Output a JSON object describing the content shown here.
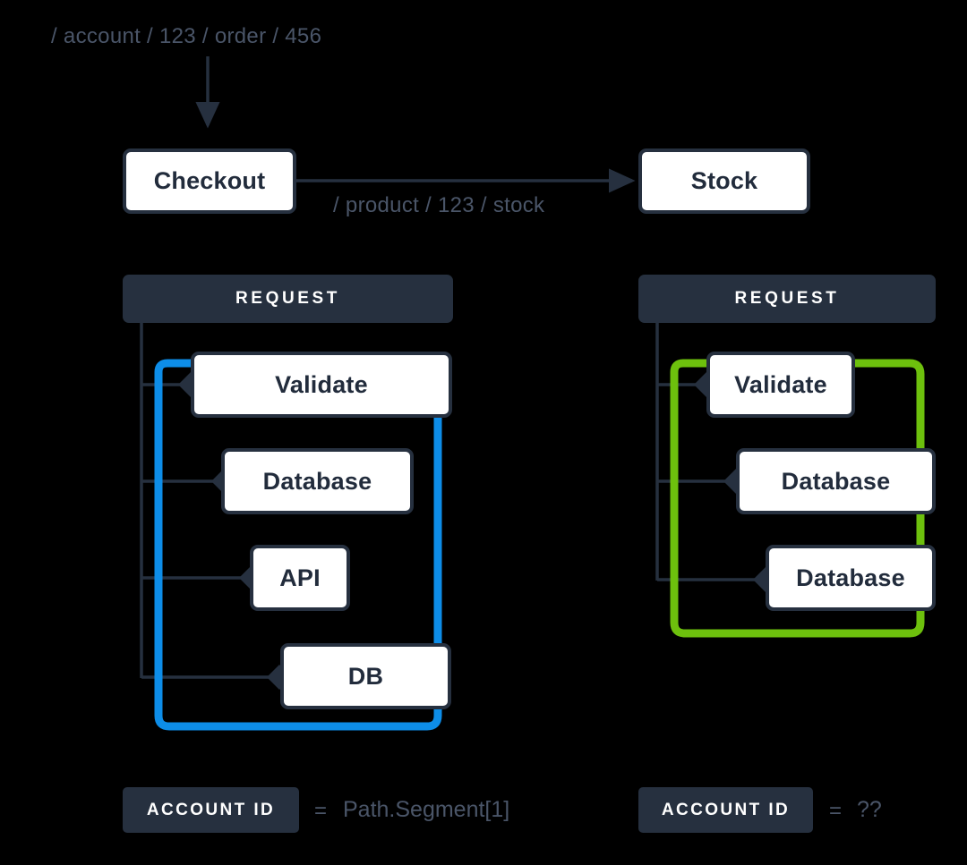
{
  "theme": {
    "background": "#000000",
    "dark": "#26303f",
    "box_fill": "#ffffff",
    "text_muted": "#4a5568",
    "highlight_blue": "#0d8de8",
    "highlight_green": "#6dc00d",
    "connector": "#26303f"
  },
  "top": {
    "incoming_path": "/ account / 123 / order / 456",
    "service_a": "Checkout",
    "service_b": "Stock",
    "edge_path": "/ product / 123 / stock"
  },
  "panels": [
    {
      "id": "left",
      "header": "REQUEST",
      "highlight": "#0d8de8",
      "nodes": [
        {
          "label": "Validate"
        },
        {
          "label": "Database"
        },
        {
          "label": "API"
        },
        {
          "label": "DB"
        }
      ],
      "footer": {
        "badge": "ACCOUNT ID",
        "operator": "=",
        "value": "Path.Segment[1]"
      }
    },
    {
      "id": "right",
      "header": "REQUEST",
      "highlight": "#6dc00d",
      "nodes": [
        {
          "label": "Validate"
        },
        {
          "label": "Database"
        },
        {
          "label": "Database"
        }
      ],
      "footer": {
        "badge": "ACCOUNT ID",
        "operator": "=",
        "value": "??"
      }
    }
  ]
}
